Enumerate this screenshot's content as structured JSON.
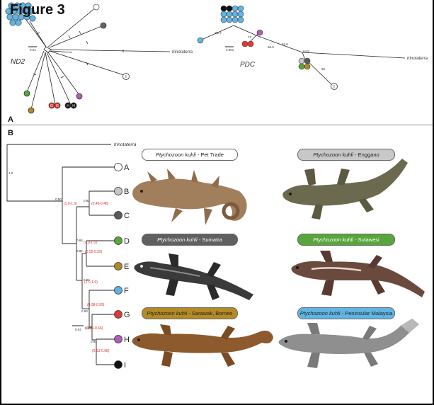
{
  "figure": {
    "title": "Figure 3",
    "panel_a": "A",
    "panel_b": "B"
  },
  "panel_a": {
    "nd2_label": "ND2",
    "pdc_label": "PDC",
    "nd2_outgroup": "trinotaterra",
    "pdc_outgroup": "trinotaterra",
    "nd2_scale": "0.01",
    "pdc_scale": "0.001",
    "node_i": "I",
    "nd2_red_pair": [
      "G",
      "G"
    ],
    "nd2_black_pair": [
      "H",
      "H"
    ],
    "pdc_values": [
      "91.7",
      "72",
      "68.9",
      "82.6",
      "64.5",
      "66"
    ]
  },
  "panel_b": {
    "outgroup": "trinotaterra",
    "scale": "0.04",
    "root_support": "1.0",
    "nodes": [
      {
        "support": "0.90",
        "ci": "(1.0-1.0)"
      },
      {
        "support": "0.92",
        "ci": "(0.46-0.48)"
      },
      {
        "support": "0.84",
        "ci": "(1.0-1.0)"
      },
      {
        "support": "0.82",
        "ci": "(0.55-0.59)"
      },
      {
        "support": "0.96",
        "ci": "(1.0-1.0)"
      },
      {
        "support": "0.93",
        "ci": "(0.98-0.99)"
      },
      {
        "support": "0.85",
        "ci": "(0.55-0.66)"
      },
      {
        "support": "0.84",
        "ci": "(0.53-0.68)"
      }
    ],
    "tips": [
      {
        "letter": "A",
        "color": "#ffffff"
      },
      {
        "letter": "B",
        "color": "#c6c6c6"
      },
      {
        "letter": "C",
        "color": "#5a5a5a"
      },
      {
        "letter": "D",
        "color": "#5aa63a"
      },
      {
        "letter": "E",
        "color": "#b08a28"
      },
      {
        "letter": "F",
        "color": "#5fb2e2"
      },
      {
        "letter": "G",
        "color": "#e23a32"
      },
      {
        "letter": "H",
        "color": "#b15cb6"
      },
      {
        "letter": "I",
        "color": "#111111"
      }
    ],
    "photo_labels": [
      {
        "species": "Ptychozoon kuhli",
        "locality": " - Pet Trade",
        "bg": "#ffffff",
        "fg": "#222222"
      },
      {
        "species": "Ptychozoon kuhli",
        "locality": " - Enggano",
        "bg": "#c8c8c8",
        "fg": "#222222"
      },
      {
        "species": "Ptychozoon kuhli",
        "locality": " - Sumatra",
        "bg": "#606060",
        "fg": "#ffffff"
      },
      {
        "species": "Ptychozoon kuhli",
        "locality": " - Sulawesi",
        "bg": "#58a63b",
        "fg": "#ffffff"
      },
      {
        "species": "Ptychozoon kuhli",
        "locality": " - Sarawak, Borneo",
        "bg": "#b38b27",
        "fg": "#222222"
      },
      {
        "species": "Ptychozoon kuhli",
        "locality": " - Peninsular Malaysia",
        "bg": "#62b4e3",
        "fg": "#222222"
      }
    ]
  }
}
